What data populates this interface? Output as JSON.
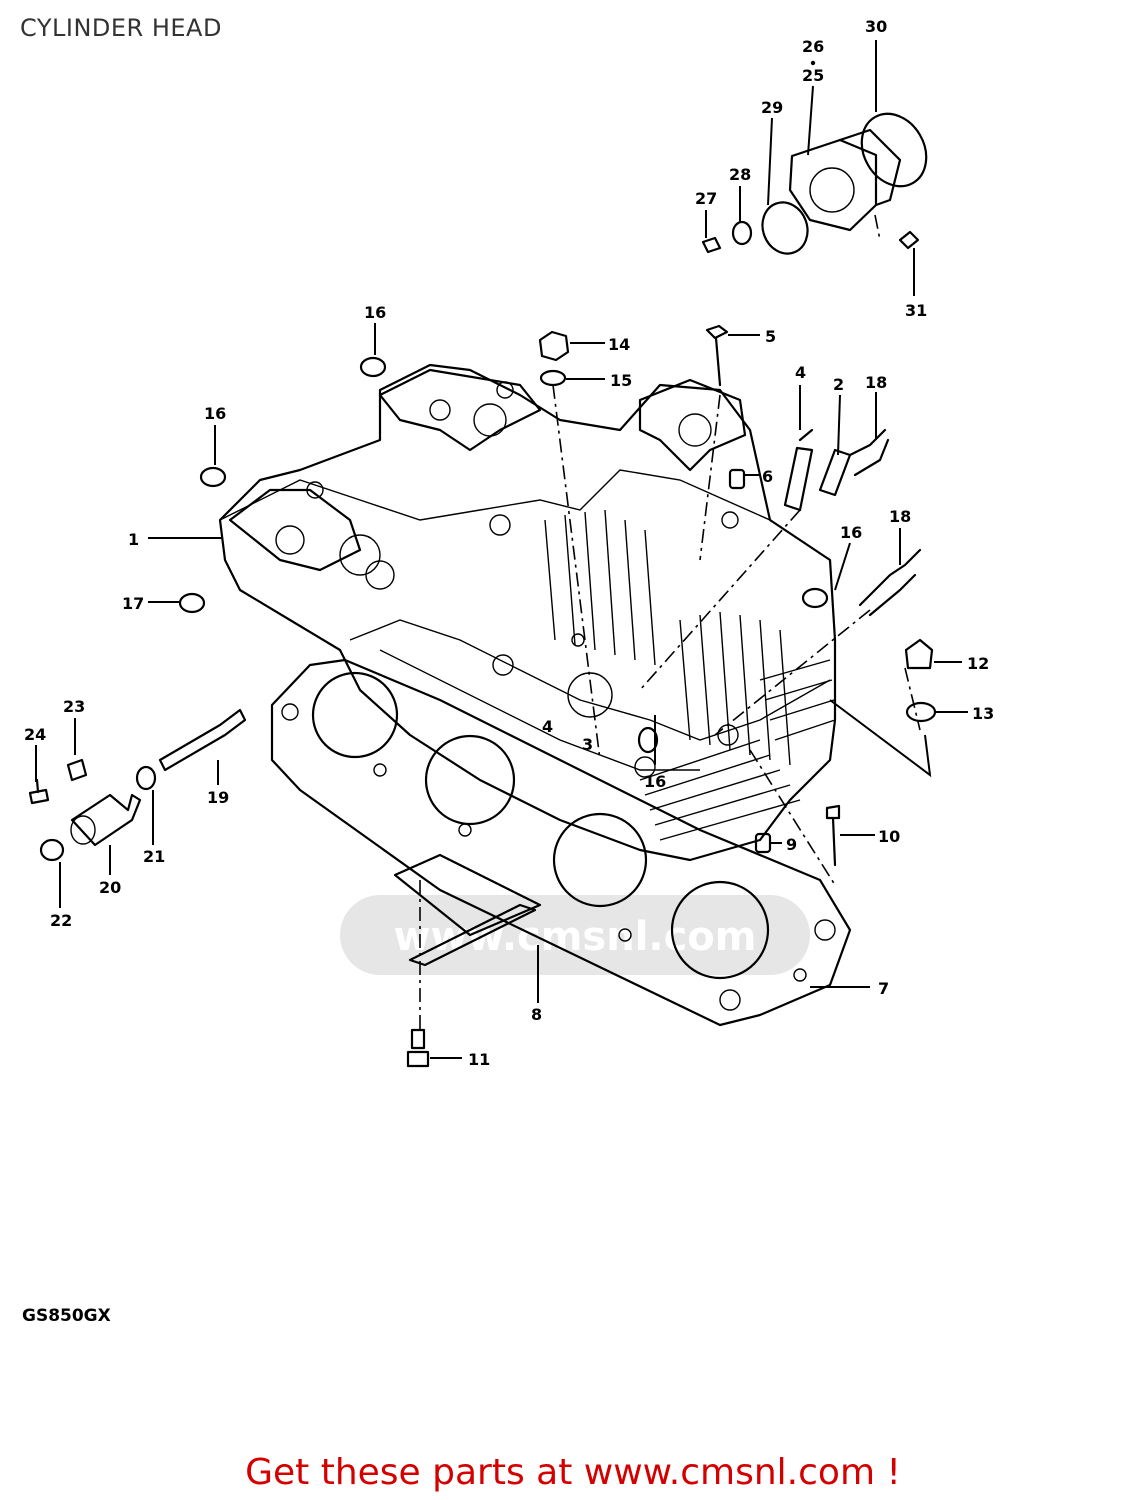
{
  "page": {
    "title": "CYLINDER HEAD",
    "model_code": "GS850GX",
    "footer_text": "Get these parts at www.cmsnl.com !",
    "watermark_text": "www.cmsnl.com"
  },
  "colors": {
    "footer": "#d40000",
    "line": "#000000",
    "watermark": "#e6e6e6"
  },
  "callouts": [
    "1",
    "2",
    "3",
    "4",
    "5",
    "6",
    "7",
    "8",
    "9",
    "10",
    "11",
    "12",
    "13",
    "14",
    "15",
    "16",
    "17",
    "18",
    "19",
    "20",
    "21",
    "22",
    "23",
    "24",
    "25",
    "26",
    "27",
    "28",
    "29",
    "30",
    "31"
  ]
}
